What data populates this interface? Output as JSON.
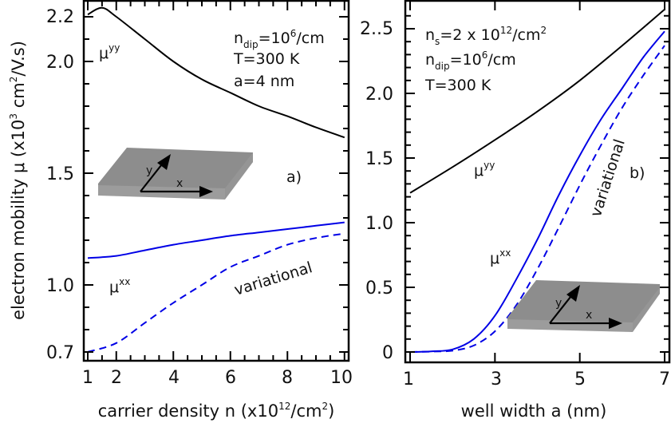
{
  "chart_data": [
    {
      "panel": "a)",
      "type": "line",
      "title": "",
      "xlabel": "carrier density n (x10^12/cm^2)",
      "ylabel": "electron mobility μ (x10^3 cm^2/V.s)",
      "xlim": [
        1,
        10
      ],
      "ylim": [
        0.66,
        2.27
      ],
      "xticks": [
        1,
        2,
        4,
        6,
        8,
        10
      ],
      "yticks": [
        "0.7",
        "1.0",
        "1.5",
        "2.0",
        "2.2"
      ],
      "grid": false,
      "annotations": [
        "n_dip=10^6/cm",
        "T=300 K",
        "a=4 nm",
        "a)",
        "μ^yy",
        "μ^xx",
        "variational"
      ],
      "series": [
        {
          "name": "μ^yy",
          "color": "#000000",
          "style": "solid",
          "x": [
            1,
            1.5,
            2,
            3,
            4,
            5,
            6,
            7,
            8,
            9,
            10
          ],
          "y": [
            2.21,
            2.24,
            2.2,
            2.1,
            2.0,
            1.92,
            1.86,
            1.8,
            1.755,
            1.705,
            1.66
          ]
        },
        {
          "name": "μ^xx",
          "color": "#0000e6",
          "style": "solid",
          "x": [
            1,
            2,
            3,
            4,
            5,
            6,
            7,
            8,
            9,
            10
          ],
          "y": [
            1.12,
            1.13,
            1.155,
            1.18,
            1.2,
            1.22,
            1.235,
            1.25,
            1.265,
            1.28
          ]
        },
        {
          "name": "variational",
          "color": "#0000e6",
          "style": "dashed",
          "x": [
            1,
            2,
            3,
            4,
            5,
            6,
            7,
            8,
            9,
            10
          ],
          "y": [
            0.7,
            0.74,
            0.83,
            0.92,
            1.0,
            1.08,
            1.13,
            1.18,
            1.21,
            1.23
          ]
        }
      ]
    },
    {
      "panel": "b)",
      "type": "line",
      "title": "",
      "xlabel": "well width a (nm)",
      "ylabel": "electron mobility μ (x10^3 cm^2/V.s)",
      "xlim": [
        1,
        7
      ],
      "ylim": [
        -0.07,
        2.72
      ],
      "xticks": [
        1,
        3,
        5,
        7
      ],
      "yticks": [
        "0",
        "0.5",
        "1.0",
        "1.5",
        "2.0",
        "2..5"
      ],
      "grid": false,
      "annotations": [
        "n_s=2 x 10^12/cm^2",
        "n_dip=10^6/cm",
        "T=300 K",
        "b)",
        "μ^yy",
        "μ^xx",
        "variational"
      ],
      "series": [
        {
          "name": "μ^yy",
          "color": "#000000",
          "style": "solid",
          "x": [
            1,
            2,
            3,
            4,
            5,
            6,
            7
          ],
          "y": [
            1.23,
            1.43,
            1.64,
            1.86,
            2.1,
            2.37,
            2.65
          ]
        },
        {
          "name": "μ^xx",
          "color": "#0000e6",
          "style": "solid",
          "x": [
            1,
            1.5,
            2,
            2.5,
            3,
            3.5,
            4,
            4.5,
            5,
            5.5,
            6,
            6.5,
            7
          ],
          "y": [
            0.0,
            0.005,
            0.02,
            0.1,
            0.28,
            0.56,
            0.87,
            1.21,
            1.52,
            1.8,
            2.04,
            2.28,
            2.48
          ]
        },
        {
          "name": "variational",
          "color": "#0000e6",
          "style": "dashed",
          "x": [
            1,
            1.5,
            2,
            2.5,
            3,
            3.5,
            4,
            4.5,
            5,
            5.5,
            6,
            6.5,
            7
          ],
          "y": [
            0.0,
            0.003,
            0.01,
            0.05,
            0.16,
            0.36,
            0.64,
            0.96,
            1.29,
            1.6,
            1.89,
            2.14,
            2.37
          ]
        }
      ]
    }
  ],
  "ylabel": {
    "main": "electron mobility μ (x10",
    "sup1": "3",
    "mid": " cm",
    "sup2": "2",
    "end": "/V.s)"
  },
  "panel_a": {
    "xlabel": {
      "main": "carrier density n (x10",
      "sup1": "12",
      "mid": "/cm",
      "sup2": "2",
      "end": ")"
    },
    "xticks": [
      "1",
      "2",
      "4",
      "6",
      "8",
      "10"
    ],
    "yticks": [
      "2.2",
      "2.0",
      "1.5",
      "1.0",
      "0.7"
    ],
    "params": {
      "ndip_n": "n",
      "ndip_sub": "dip",
      "ndip_eq": "=10",
      "ndip_sup": "6",
      "ndip_unit": "/cm",
      "temp": "T=300 K",
      "width": "a=4 nm"
    },
    "label": "a)",
    "myy": {
      "mu": "μ",
      "sup": "yy"
    },
    "mxx": {
      "mu": "μ",
      "sup": "xx"
    },
    "variational": "variational",
    "inset": {
      "x_axis": "x",
      "y_axis": "y"
    }
  },
  "panel_b": {
    "xlabel": "well width a (nm)",
    "xticks": [
      "1",
      "3",
      "5",
      "7"
    ],
    "yticks": [
      "2..5",
      "2.0",
      "1.5",
      "1.0",
      "0.5",
      "0"
    ],
    "params": {
      "ns_n": "n",
      "ns_sub": "s",
      "ns_eq": "=2 x 10",
      "ns_sup": "12",
      "ns_unit": "/cm",
      "ns_sup2": "2",
      "ndip_n": "n",
      "ndip_sub": "dip",
      "ndip_eq": "=10",
      "ndip_sup": "6",
      "ndip_unit": "/cm",
      "temp": "T=300 K"
    },
    "label": "b)",
    "myy": {
      "mu": "μ",
      "sup": "yy"
    },
    "mxx": {
      "mu": "μ",
      "sup": "xx"
    },
    "variational": "variational",
    "inset": {
      "x_axis": "x",
      "y_axis": "y"
    }
  },
  "colors": {
    "black": "#000000",
    "blue": "#0000e6",
    "slab_top": "#8d8d8d",
    "slab_side": "#9c9c9c"
  }
}
